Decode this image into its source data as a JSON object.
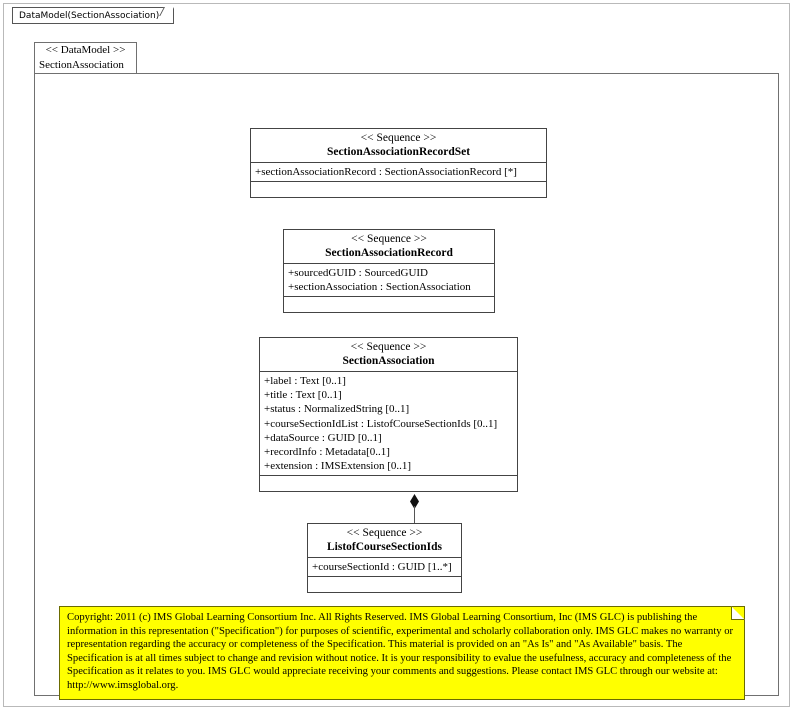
{
  "frame": {
    "tab_label": "DataModel(SectionAssociation)"
  },
  "package": {
    "stereotype": "<< DataModel >>",
    "name": "SectionAssociation"
  },
  "classes": [
    {
      "id": "section-association-record-set",
      "stereotype": "<< Sequence >>",
      "name": "SectionAssociationRecordSet",
      "attributes": [
        "+sectionAssociationRecord  : SectionAssociationRecord  [*]"
      ]
    },
    {
      "id": "section-association-record",
      "stereotype": "<< Sequence >>",
      "name": "SectionAssociationRecord",
      "attributes": [
        "+sourcedGUID : SourcedGUID",
        "+sectionAssociation  : SectionAssociation"
      ]
    },
    {
      "id": "section-association",
      "stereotype": "<< Sequence >>",
      "name": "SectionAssociation",
      "attributes": [
        "+label : Text [0..1]",
        "+title : Text [0..1]",
        "+status : NormalizedString  [0..1]",
        "+courseSectionIdList  : ListofCourseSectionIds  [0..1]",
        "+dataSource : GUID [0..1]",
        "+recordInfo : Metadata[0..1]",
        "+extension : IMSExtension  [0..1]"
      ]
    },
    {
      "id": "listof-course-section-ids",
      "stereotype": "<< Sequence >>",
      "name": "ListofCourseSectionIds",
      "attributes": [
        "+courseSectionId : GUID [1..*]"
      ]
    }
  ],
  "connectors": [
    {
      "id": "recordset-to-record",
      "type": "composition"
    },
    {
      "id": "record-to-association",
      "type": "composition-directed"
    },
    {
      "id": "association-to-list",
      "type": "composition"
    }
  ],
  "note": {
    "text": "Copyright: 2011 (c) IMS Global Learning Consortium Inc.  All Rights Reserved.  IMS Global Learning Consortium, Inc (IMS GLC) is publishing the information in this representation (\"Specification\") for purposes of scientific, experimental and scholarly collaboration only.  IMS GLC makes no warranty or representation regarding the accuracy or completeness of the Specification.  This material is provided on an \"As Is\" and \"As Available\" basis.  The Specification is at all times subject to change and revision without notice.  It is your responsibility to evalue the usefulness, accuracy and completeness of the Specification as it relates to you.  IMS GLC would appreciate receiving your comments and suggestions.  Please contact IMS GLC through our website at: http://www.imsglobal.org."
  },
  "colors": {
    "note_background": "#ffff00",
    "note_border": "#6b6b00",
    "class_border": "#444444",
    "frame_border": "#b9b9b9"
  }
}
